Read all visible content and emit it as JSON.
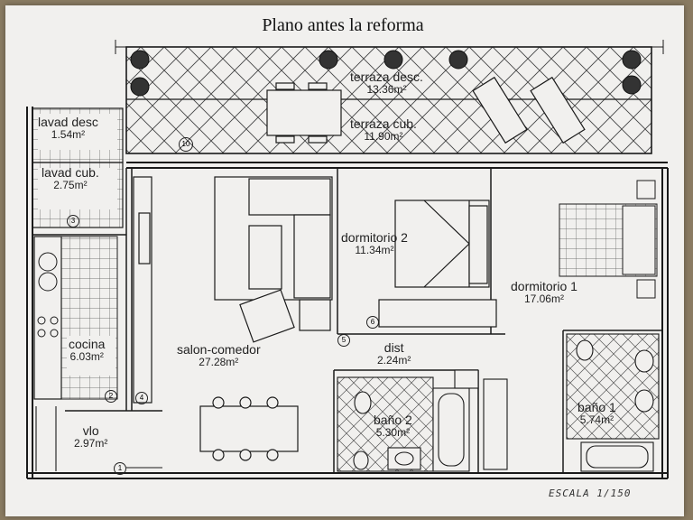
{
  "title": "Plano antes la reforma",
  "scale_note": "ESCALA 1/150",
  "rooms": [
    {
      "key": "terraza_desc",
      "name": "terraza desc.",
      "area": "13.36m²"
    },
    {
      "key": "terraza_cub",
      "name": "terraza cub.",
      "area": "11.90m²"
    },
    {
      "key": "lavad_desc",
      "name": "lavad desc",
      "area": "1.54m²"
    },
    {
      "key": "lavad_cub",
      "name": "lavad cub.",
      "area": "2.75m²"
    },
    {
      "key": "dormitorio_2",
      "name": "dormitorio 2",
      "area": "11.34m²"
    },
    {
      "key": "dormitorio_1",
      "name": "dormitorio 1",
      "area": "17.06m²"
    },
    {
      "key": "cocina",
      "name": "cocina",
      "area": "6.03m²"
    },
    {
      "key": "salon_comedor",
      "name": "salon-comedor",
      "area": "27.28m²"
    },
    {
      "key": "dist",
      "name": "dist",
      "area": "2.24m²"
    },
    {
      "key": "bano_2",
      "name": "baño 2",
      "area": "5.30m²"
    },
    {
      "key": "bano_1",
      "name": "baño 1",
      "area": "5.74m²"
    },
    {
      "key": "vlo",
      "name": "vlo",
      "area": "2.97m²"
    }
  ],
  "markers": [
    "1",
    "2",
    "3",
    "4",
    "5",
    "6",
    "10"
  ],
  "colors": {
    "line": "#1a1a1a",
    "paper": "#f1f0ee",
    "background": "#8a7b62",
    "hatch": "#555555"
  }
}
